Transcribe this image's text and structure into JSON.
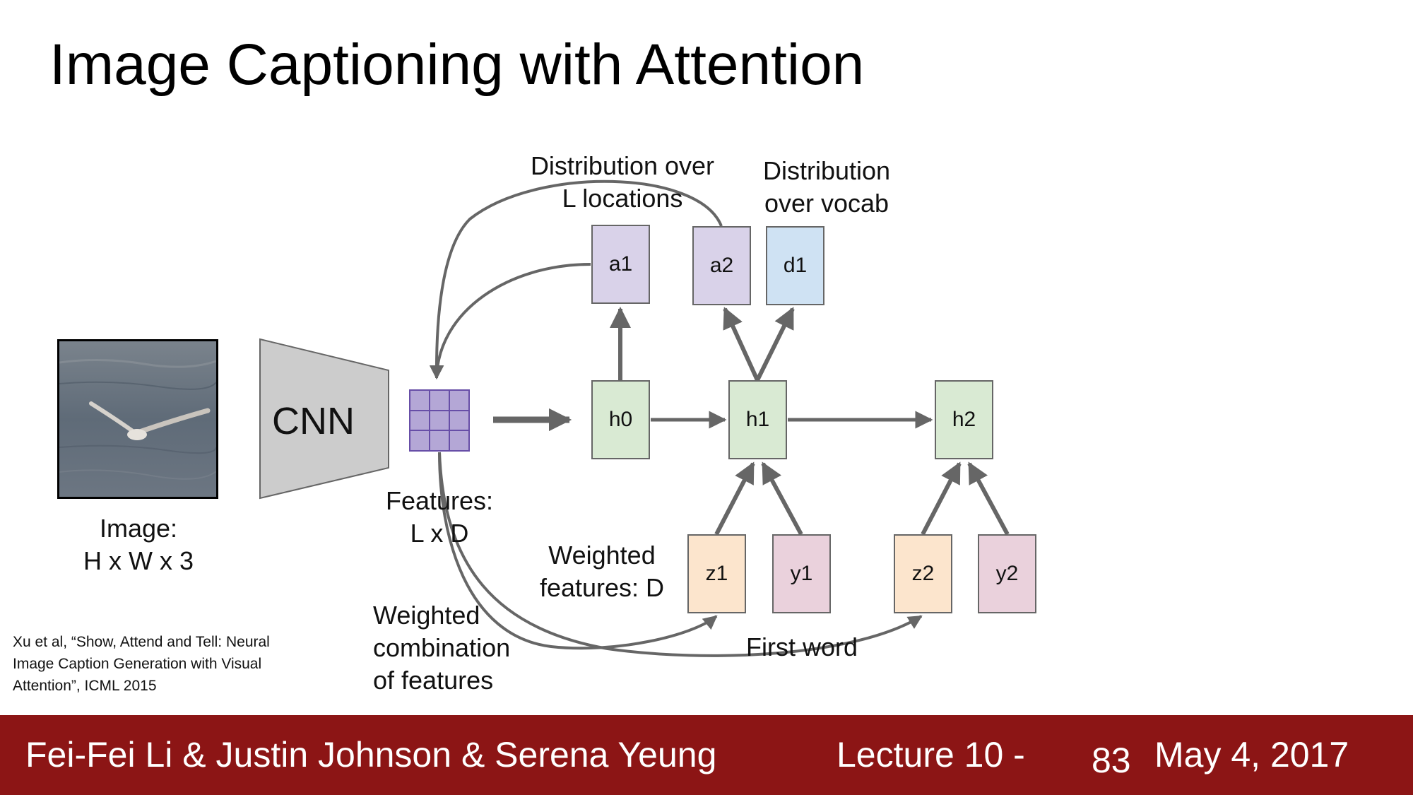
{
  "slide": {
    "title": "Image Captioning with Attention"
  },
  "labels": {
    "image_line1": "Image:",
    "image_line2": "H x W x 3",
    "cnn": "CNN",
    "features_line1": "Features:",
    "features_line2": "L x D",
    "dist_locations_line1": "Distribution over",
    "dist_locations_line2": "L locations",
    "dist_vocab_line1": "Distribution",
    "dist_vocab_line2": "over vocab",
    "weighted_features_line1": "Weighted",
    "weighted_features_line2": "features: D",
    "weighted_comb_line1": "Weighted",
    "weighted_comb_line2": "combination",
    "weighted_comb_line3": "of features",
    "first_word": "First word"
  },
  "nodes": {
    "a1": "a1",
    "a2": "a2",
    "d1": "d1",
    "h0": "h0",
    "h1": "h1",
    "h2": "h2",
    "z1": "z1",
    "y1": "y1",
    "z2": "z2",
    "y2": "y2"
  },
  "citation": {
    "line1": "Xu et al, “Show, Attend and Tell: Neural",
    "line2": "Image Caption Generation with Visual",
    "line3": "Attention”, ICML 2015"
  },
  "footer": {
    "authors": "Fei-Fei Li & Justin Johnson & Serena Yeung",
    "lecture": "Lecture 10 -",
    "slide_number": "83",
    "date": "May 4, 2017"
  },
  "colors": {
    "footer_bg": "#8c1515",
    "green_node": "#d9ead3",
    "purple_node": "#d9d2e9",
    "blue_node": "#cfe2f3",
    "orange_node": "#fce5cd",
    "pink_node": "#ead1dc",
    "arrow": "#666666"
  }
}
